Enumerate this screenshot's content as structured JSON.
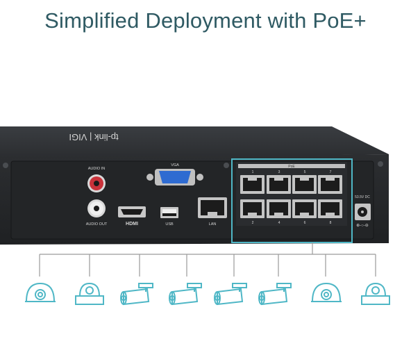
{
  "headline": "Simplified Deployment with PoE+",
  "brand": "tp-link | VIGI",
  "ports": {
    "audio_in": "AUDIO IN",
    "audio_out": "AUDIO OUT",
    "vga": "VGA",
    "hdmi": "HDMI",
    "usb": "USB",
    "lan": "LAN",
    "poe": "PoE",
    "power": "53.5V DC",
    "poe_top_numbers": [
      "1",
      "3",
      "5",
      "7"
    ],
    "poe_bottom_numbers": [
      "2",
      "4",
      "6",
      "8"
    ]
  },
  "accent_color": "#4fb7c6",
  "cameras": [
    {
      "icon": "dome-camera-icon"
    },
    {
      "icon": "turret-camera-icon"
    },
    {
      "icon": "bullet-camera-icon"
    },
    {
      "icon": "bullet-camera-icon"
    },
    {
      "icon": "bullet-camera-icon"
    },
    {
      "icon": "bullet-camera-icon"
    },
    {
      "icon": "dome-camera-icon"
    },
    {
      "icon": "turret-camera-icon"
    }
  ]
}
